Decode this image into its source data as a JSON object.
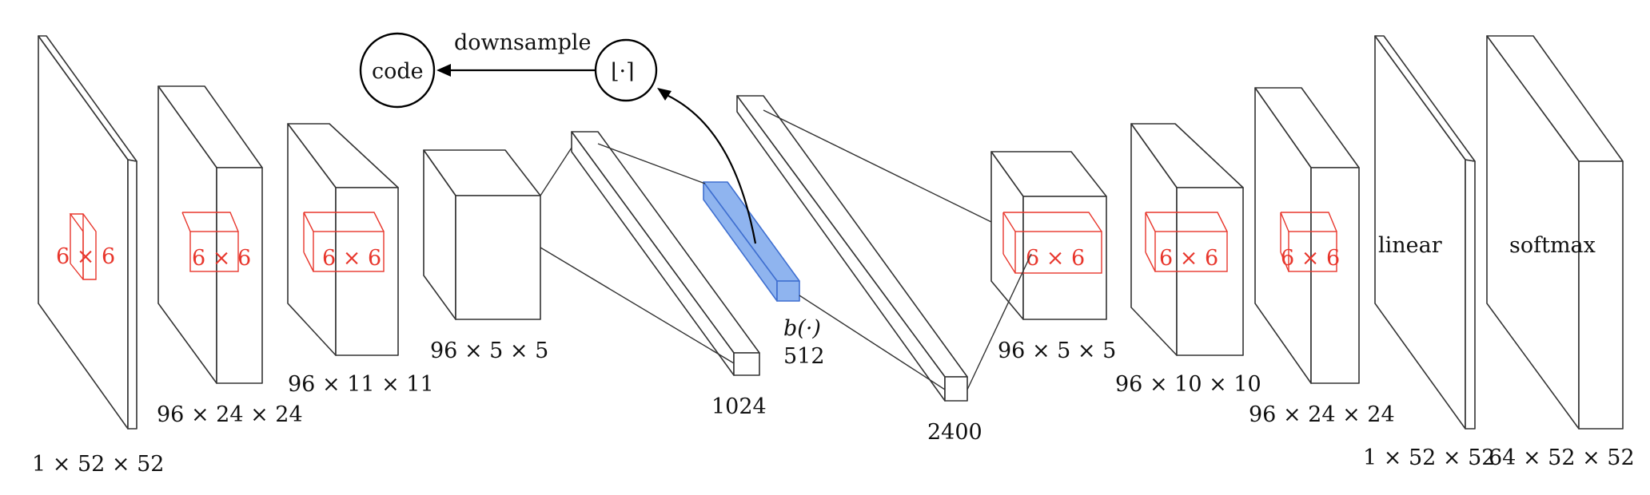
{
  "labels": {
    "input": "1 × 52 × 52",
    "conv1": "96 × 24 × 24",
    "conv2": "96 × 11 × 11",
    "conv3": "96 × 5 × 5",
    "fc1": "1024",
    "code_fn": "b(·)",
    "code_dim": "512",
    "fc2": "2400",
    "deconv1": "96 × 5 × 5",
    "deconv2": "96 × 10 × 10",
    "deconv3": "96 × 24 × 24",
    "linear_dim": "1 × 52 × 52",
    "softmax_dim": "64 × 52 × 52"
  },
  "kernel_label": "6 × 6",
  "layer_names": {
    "linear": "linear",
    "softmax": "softmax"
  },
  "side_branch": {
    "code": "code",
    "downsample": "downsample",
    "quantize": "⌊·⌉"
  },
  "colors": {
    "kernel": "#e8362c",
    "code_block": "#8fb4ef",
    "code_block_edge": "#3f6fd0",
    "stroke": "#333333"
  }
}
